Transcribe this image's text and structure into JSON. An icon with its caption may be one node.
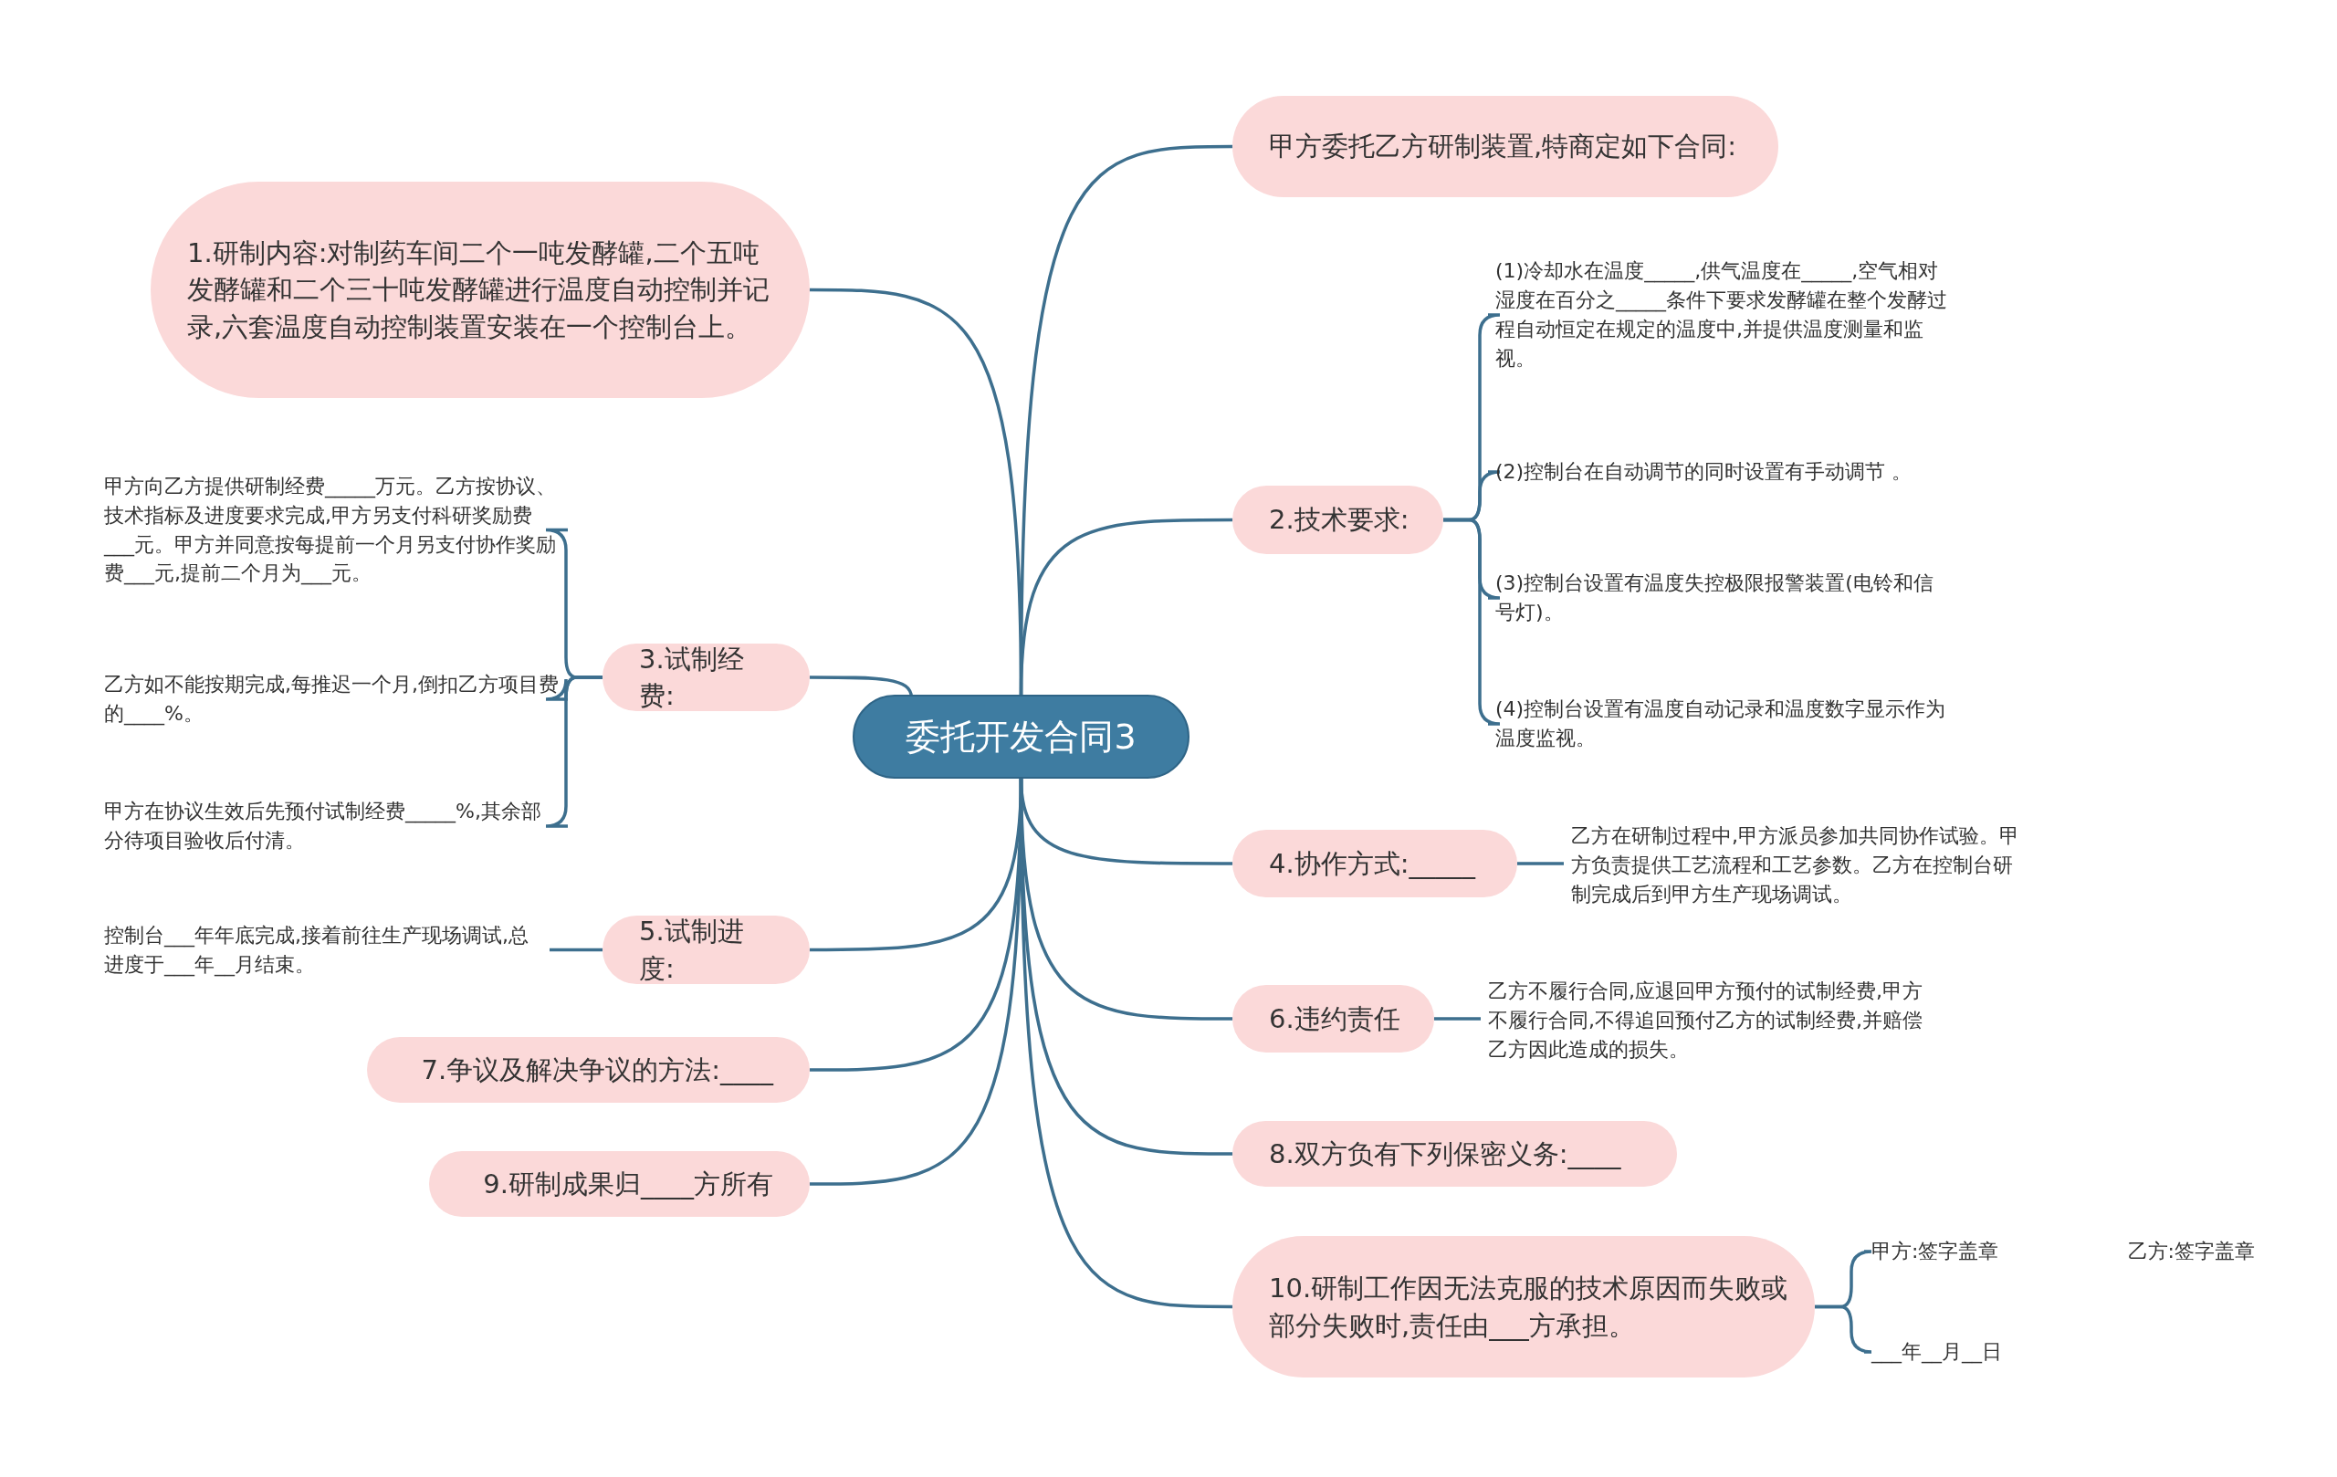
{
  "diagram": {
    "nodes": [
      {
        "text": [
          "委托开发合同3"
        ]
      },
      {
        "text": [
          "甲方委托乙方研制装置,特商定如下合同:"
        ]
      },
      {
        "text": [
          "1.研制内容:对制药车间二个一吨发酵罐,二个五吨发酵罐和二个三十吨发酵罐进行温度自动控制并记录,六套温度自动控制装置安装在一个控制台上。"
        ]
      },
      {
        "text": [
          "2.技术要求:"
        ]
      },
      {
        "text": [
          "(1)冷却水在温度_____,供气温度在_____,空气相对湿度在百分之_____条件下要求发酵罐在整个发酵过程自动恒定在规定的温度中,并提供温度测量和监视。"
        ]
      },
      {
        "text": [
          "(2)控制台在自动调节的同时设置有手动调节 。"
        ]
      },
      {
        "text": [
          "(3)控制台设置有温度失控极限报警装置(电铃和信号灯)。"
        ]
      },
      {
        "text": [
          "(4)控制台设置有温度自动记录和温度数字显示作为温度监视。"
        ]
      },
      {
        "text": [
          "3.试制经费:"
        ]
      },
      {
        "text": [
          "甲方向乙方提供研制经费_____万元。乙方按协议、技术指标及进度要求完成,甲方另支付科研奖励费___元。甲方并同意按每提前一个月另支付协作奖励费___元,提前二个月为___元。"
        ]
      },
      {
        "text": [
          "乙方如不能按期完成,每推迟一个月,倒扣乙方项目费的____%。"
        ]
      },
      {
        "text": [
          "甲方在协议生效后先预付试制经费_____%,其余部分待项目验收后付清。"
        ]
      },
      {
        "text": [
          "4.协作方式:_____"
        ]
      },
      {
        "text": [
          "乙方在研制过程中,甲方派员参加共同协作试验。甲方负责提供工艺流程和工艺参数。乙方在控制台研制完成后到甲方生产现场调试。"
        ]
      },
      {
        "text": [
          "5.试制进度:"
        ]
      },
      {
        "text": [
          "控制台___年年底完成,接着前往生产现场调试,总进度于___年__月结束。"
        ]
      },
      {
        "text": [
          "6.违约责任"
        ]
      },
      {
        "text": [
          "乙方不履行合同,应退回甲方预付的试制经费,甲方不履行合同,不得追回预付乙方的试制经费,并赔偿乙方因此造成的损失。"
        ]
      },
      {
        "text": [
          "7.争议及解决争议的方法:____"
        ]
      },
      {
        "text": [
          "8.双方负有下列保密义务:____"
        ]
      },
      {
        "text": [
          "9.研制成果归____方所有"
        ]
      },
      {
        "text": [
          "10.研制工作因无法克服的技术原因而失败或部分失败时,责任由___方承担。"
        ]
      },
      {
        "text": [
          "甲方:签字盖章",
          "乙方:签字盖章"
        ]
      },
      {
        "text": [
          "___年__月__日"
        ]
      }
    ],
    "edges": [
      {
        "from": 0,
        "to": 1,
        "arrow": "none"
      },
      {
        "from": 0,
        "to": 2,
        "arrow": "none"
      },
      {
        "from": 0,
        "to": 3,
        "arrow": "none"
      },
      {
        "from": 0,
        "to": 8,
        "arrow": "none"
      },
      {
        "from": 0,
        "to": 12,
        "arrow": "none"
      },
      {
        "from": 0,
        "to": 14,
        "arrow": "none"
      },
      {
        "from": 0,
        "to": 16,
        "arrow": "none"
      },
      {
        "from": 0,
        "to": 18,
        "arrow": "none"
      },
      {
        "from": 0,
        "to": 19,
        "arrow": "none"
      },
      {
        "from": 0,
        "to": 20,
        "arrow": "none"
      },
      {
        "from": 0,
        "to": 21,
        "arrow": "none"
      },
      {
        "from": 3,
        "to": 4,
        "arrow": "none"
      },
      {
        "from": 3,
        "to": 5,
        "arrow": "none"
      },
      {
        "from": 3,
        "to": 6,
        "arrow": "none"
      },
      {
        "from": 3,
        "to": 7,
        "arrow": "none"
      },
      {
        "from": 8,
        "to": 9,
        "arrow": "none"
      },
      {
        "from": 8,
        "to": 10,
        "arrow": "none"
      },
      {
        "from": 8,
        "to": 11,
        "arrow": "none"
      },
      {
        "from": 12,
        "to": 13,
        "arrow": "none"
      },
      {
        "from": 14,
        "to": 15,
        "arrow": "none"
      },
      {
        "from": 16,
        "to": 17,
        "arrow": "none"
      },
      {
        "from": 21,
        "to": 22,
        "arrow": "none"
      },
      {
        "from": 21,
        "to": 23,
        "arrow": "none"
      }
    ]
  }
}
